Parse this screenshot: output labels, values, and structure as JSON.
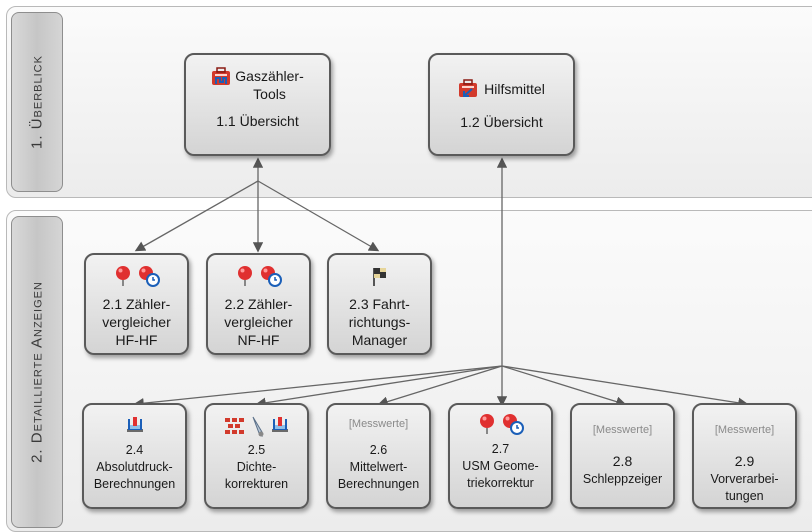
{
  "tabs": {
    "overview": "1. Überblick",
    "detail": "2. Detaillierte Anzeigen"
  },
  "top": {
    "gas": {
      "line1": "Gaszähler-",
      "line2": "Tools",
      "sub": "1.1 Übersicht",
      "icon": "toolbox-meter-icon"
    },
    "hilf": {
      "line1": "Hilfsmittel",
      "sub": "1.2 Übersicht",
      "icon": "toolbox-arrow-icon"
    }
  },
  "middle": [
    {
      "lines": [
        "2.1 Zähler-",
        "vergleicher",
        "HF-HF"
      ],
      "icons": [
        "pin-icon",
        "pin-clock-icon"
      ]
    },
    {
      "lines": [
        "2.2 Zähler-",
        "vergleicher",
        "NF-HF"
      ],
      "icons": [
        "pin-icon",
        "pin-clock-icon"
      ]
    },
    {
      "lines": [
        "2.3 Fahrt-",
        "richtungs-",
        "Manager"
      ],
      "icons": [
        "flag-icon"
      ]
    }
  ],
  "bottom": [
    {
      "num": "2.4",
      "lines": [
        "Absolutdruck-",
        "Berechnungen"
      ],
      "placeholder": "",
      "icons": [
        "beaker-icon"
      ]
    },
    {
      "num": "2.5",
      "lines": [
        "Dichte-",
        "korrekturen"
      ],
      "placeholder": "",
      "icons": [
        "grid-icon",
        "pencil-icon",
        "beaker-icon"
      ]
    },
    {
      "num": "2.6",
      "lines": [
        "Mittelwert-",
        "Berechnungen"
      ],
      "placeholder": "[Messwerte]",
      "icons": []
    },
    {
      "num": "2.7",
      "lines": [
        "USM Geome-",
        "triekorrektur"
      ],
      "placeholder": "",
      "icons": [
        "pin-icon",
        "pin-clock-icon"
      ]
    },
    {
      "num": "2.8",
      "lines": [
        "Schleppzeiger"
      ],
      "placeholder": "[Messwerte]",
      "icons": []
    },
    {
      "num": "2.9",
      "lines": [
        "Vorverarbei-",
        "tungen"
      ],
      "placeholder": "[Messwerte]",
      "icons": []
    }
  ]
}
